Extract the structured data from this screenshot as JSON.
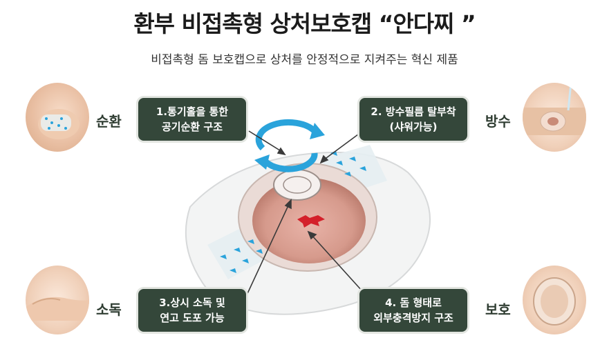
{
  "title": "환부 비접촉형 상처보호캡 “안다찌 ”",
  "subtitle": "비접촉형 돔 보호캡으로 상처를 안정적으로 지켜주는 혁신 제품",
  "features": [
    {
      "line1": "1.통기홀을 통한",
      "line2": "공기순환 구조"
    },
    {
      "line1": "2. 방수필름 탈부착",
      "line2": "(샤워가능)"
    },
    {
      "line1": "3.상시 소독 및",
      "line2": "연고 도포 가능"
    },
    {
      "line1": "4. 돔 형태로",
      "line2": "외부충격방지 구조"
    }
  ],
  "side_labels": [
    "순환",
    "방수",
    "소독",
    "보호"
  ],
  "colors": {
    "box_bg": "#34473a",
    "accent_blue": "#2aa3db",
    "wound_red": "#d4202a"
  },
  "icons": [
    "rotate-arrows-icon",
    "airflow-arrow-icon",
    "wound-icon"
  ]
}
